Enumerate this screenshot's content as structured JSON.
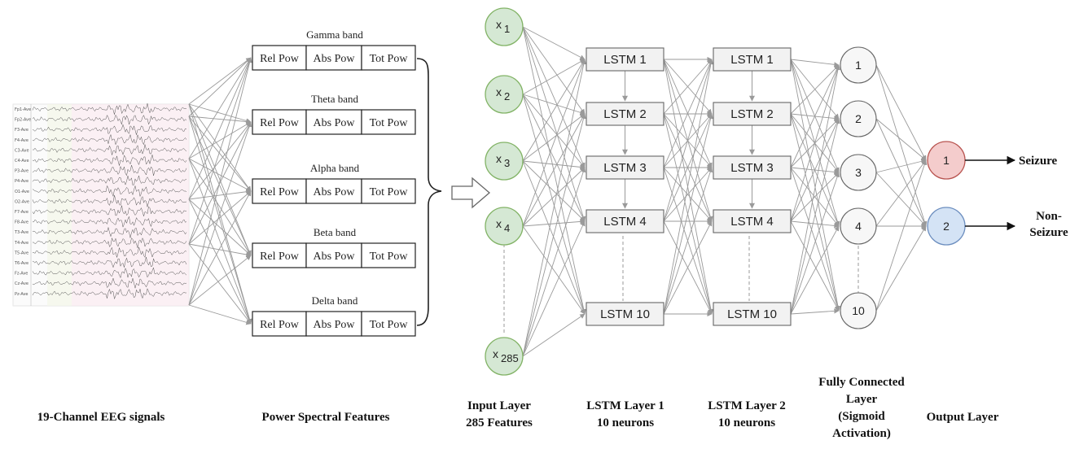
{
  "eeg": {
    "channels": [
      "Fp1-Ave",
      "Fp2-Ave",
      "F3-Ave",
      "F4-Ave",
      "C3-Ave",
      "C4-Ave",
      "P3-Ave",
      "P4-Ave",
      "O1-Ave",
      "O2-Ave",
      "F7-Ave",
      "F8-Ave",
      "T3-Ave",
      "T4-Ave",
      "T5-Ave",
      "T6-Ave",
      "Fz-Ave",
      "Cz-Ave",
      "Pz-Ave"
    ]
  },
  "bands": [
    {
      "title": "Gamma band",
      "cells": [
        "Rel Pow",
        "Abs Pow",
        "Tot Pow"
      ]
    },
    {
      "title": "Theta band",
      "cells": [
        "Rel Pow",
        "Abs Pow",
        "Tot Pow"
      ]
    },
    {
      "title": "Alpha band",
      "cells": [
        "Rel Pow",
        "Abs Pow",
        "Tot Pow"
      ]
    },
    {
      "title": "Beta band",
      "cells": [
        "Rel Pow",
        "Abs Pow",
        "Tot Pow"
      ]
    },
    {
      "title": "Delta band",
      "cells": [
        "Rel Pow",
        "Abs Pow",
        "Tot Pow"
      ]
    }
  ],
  "inputs": [
    {
      "base": "x",
      "sub": "1"
    },
    {
      "base": "x",
      "sub": "2"
    },
    {
      "base": "x",
      "sub": "3"
    },
    {
      "base": "x",
      "sub": "4"
    },
    {
      "base": "x",
      "sub": "285"
    }
  ],
  "lstm1": [
    "LSTM 1",
    "LSTM 2",
    "LSTM 3",
    "LSTM 4",
    "LSTM 10"
  ],
  "lstm2": [
    "LSTM 1",
    "LSTM 2",
    "LSTM 3",
    "LSTM 4",
    "LSTM 10"
  ],
  "fc": [
    "1",
    "2",
    "3",
    "4",
    "10"
  ],
  "output": {
    "nodes": [
      "1",
      "2"
    ],
    "labels": [
      [
        "Seizure"
      ],
      [
        "Non-",
        "Seizure"
      ]
    ],
    "colors": {
      "seizure": "#f4cccc",
      "non_seizure": "#d4e3f5",
      "input": "#d5e8d4",
      "box": "#f2f2f2"
    }
  },
  "captions": {
    "eeg": [
      "19-Channel EEG signals"
    ],
    "features": [
      "Power Spectral Features"
    ],
    "input": [
      "Input Layer",
      "285 Features"
    ],
    "lstm1": [
      "LSTM Layer 1",
      "10 neurons"
    ],
    "lstm2": [
      "LSTM Layer 2",
      "10 neurons"
    ],
    "fc": [
      "Fully Connected",
      "Layer",
      "(Sigmoid",
      "Activation)"
    ],
    "output": [
      "Output Layer"
    ]
  }
}
